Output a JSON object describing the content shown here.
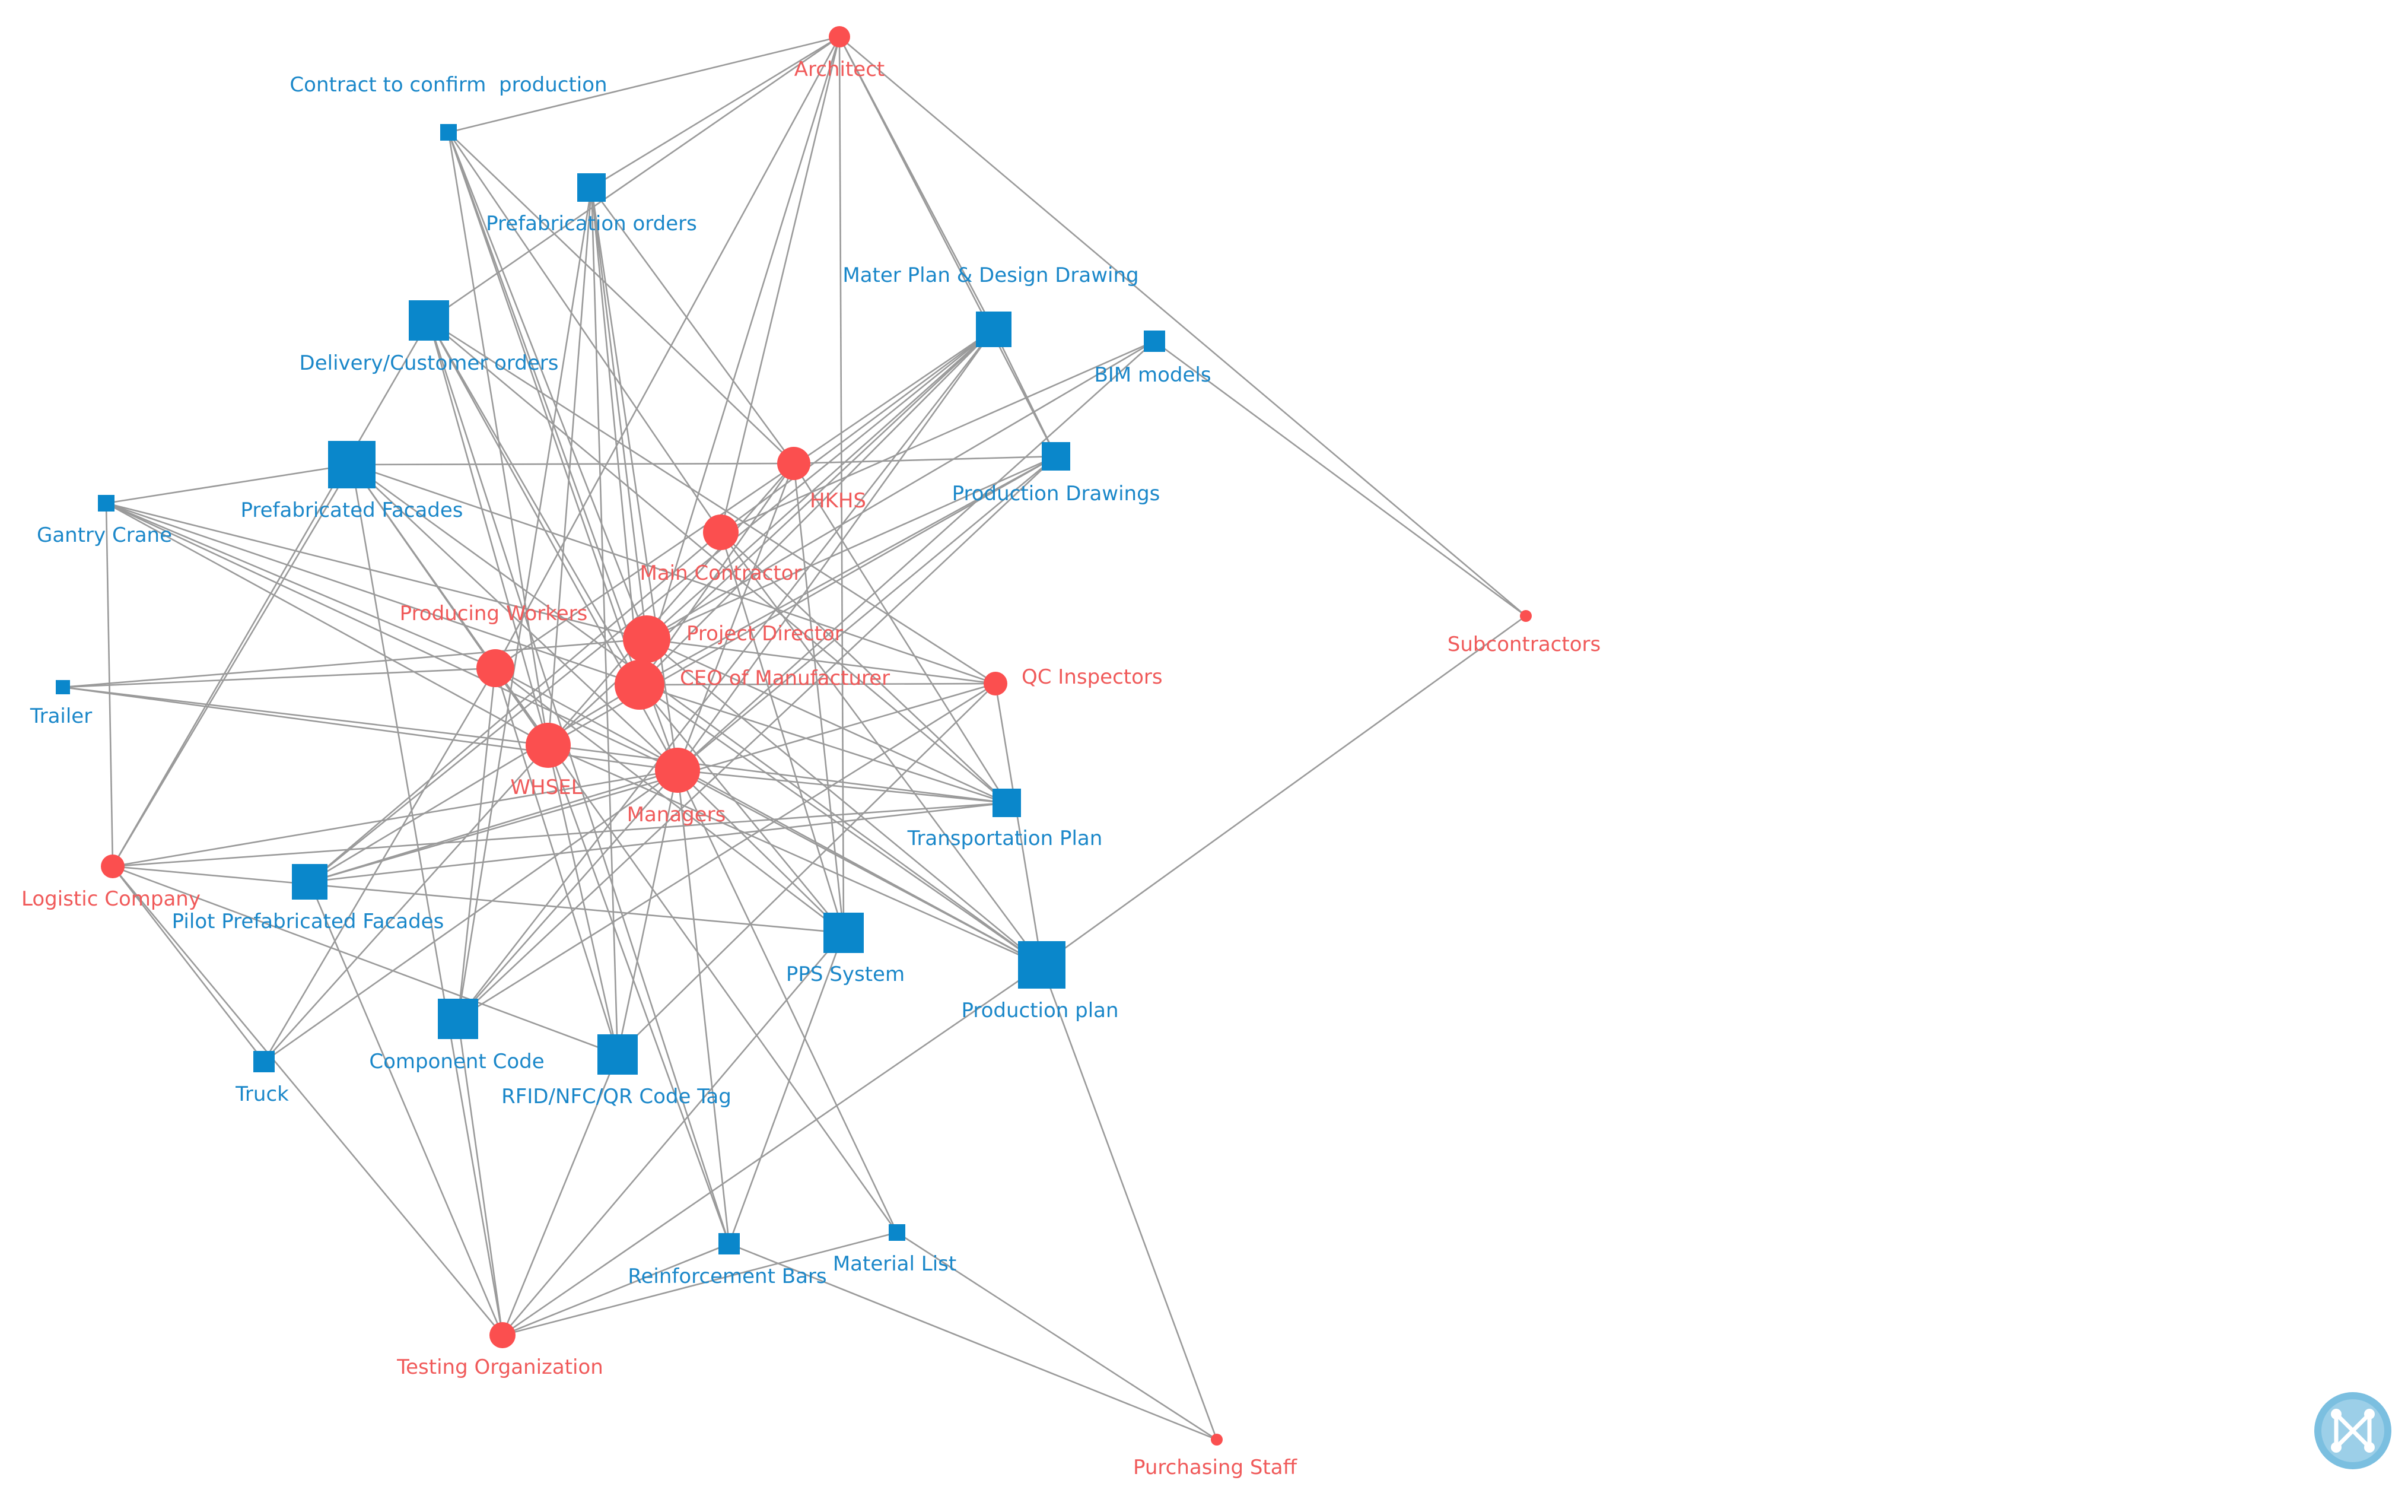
{
  "colors": {
    "actor": "#fb4f4f",
    "artifact": "#0a87cb",
    "edge": "#9a9a9a",
    "background": "#ffffff"
  },
  "node_kinds": {
    "actor": "circle",
    "artifact": "square"
  },
  "nodes": [
    {
      "id": "architect",
      "label": "Architect",
      "kind": "actor"
    },
    {
      "id": "contract",
      "label": "Contract to confirm  production",
      "kind": "artifact"
    },
    {
      "id": "prefab_orders",
      "label": "Prefabrication orders",
      "kind": "artifact"
    },
    {
      "id": "delivery",
      "label": "Delivery/Customer orders",
      "kind": "artifact"
    },
    {
      "id": "mater_plan",
      "label": "Mater Plan & Design Drawing",
      "kind": "artifact"
    },
    {
      "id": "bim",
      "label": "BIM models",
      "kind": "artifact"
    },
    {
      "id": "hkhs",
      "label": "HKHS",
      "kind": "actor"
    },
    {
      "id": "prod_drawings",
      "label": "Production Drawings",
      "kind": "artifact"
    },
    {
      "id": "prefab_facades",
      "label": "Prefabricated Facades",
      "kind": "artifact"
    },
    {
      "id": "gantry",
      "label": "Gantry Crane",
      "kind": "artifact"
    },
    {
      "id": "main_contractor",
      "label": "Main Contractor",
      "kind": "actor"
    },
    {
      "id": "subcontractors",
      "label": "Subcontractors",
      "kind": "actor"
    },
    {
      "id": "producing_workers",
      "label": "Producing Workers",
      "kind": "actor"
    },
    {
      "id": "project_director",
      "label": "Project Director",
      "kind": "actor"
    },
    {
      "id": "ceo",
      "label": "CEO of Manufacturer",
      "kind": "actor"
    },
    {
      "id": "qc",
      "label": "QC Inspectors",
      "kind": "actor"
    },
    {
      "id": "trailer",
      "label": "Trailer",
      "kind": "artifact"
    },
    {
      "id": "whsel",
      "label": "WHSEL",
      "kind": "actor"
    },
    {
      "id": "managers",
      "label": "Managers",
      "kind": "actor"
    },
    {
      "id": "transport_plan",
      "label": "Transportation Plan",
      "kind": "artifact"
    },
    {
      "id": "logistic",
      "label": "Logistic Company",
      "kind": "actor"
    },
    {
      "id": "pilot_facades",
      "label": "Pilot Prefabricated Facades",
      "kind": "artifact"
    },
    {
      "id": "pps",
      "label": "PPS System",
      "kind": "artifact"
    },
    {
      "id": "prod_plan",
      "label": "Production plan",
      "kind": "artifact"
    },
    {
      "id": "truck",
      "label": "Truck",
      "kind": "artifact"
    },
    {
      "id": "component_code",
      "label": "Component Code",
      "kind": "artifact"
    },
    {
      "id": "rfid",
      "label": "RFID/NFC/QR Code Tag",
      "kind": "artifact"
    },
    {
      "id": "rebar",
      "label": "Reinforcement Bars",
      "kind": "artifact"
    },
    {
      "id": "material_list",
      "label": "Material List",
      "kind": "artifact"
    },
    {
      "id": "testing",
      "label": "Testing Organization",
      "kind": "actor"
    },
    {
      "id": "purchasing",
      "label": "Purchasing Staff",
      "kind": "actor"
    }
  ],
  "edges": [
    [
      "architect",
      "contract"
    ],
    [
      "architect",
      "prefab_orders"
    ],
    [
      "architect",
      "delivery"
    ],
    [
      "architect",
      "mater_plan"
    ],
    [
      "architect",
      "subcontractors"
    ],
    [
      "architect",
      "pps"
    ],
    [
      "architect",
      "ceo"
    ],
    [
      "architect",
      "main_contractor"
    ],
    [
      "architect",
      "prod_drawings"
    ],
    [
      "architect",
      "producing_workers"
    ],
    [
      "contract",
      "hkhs"
    ],
    [
      "contract",
      "main_contractor"
    ],
    [
      "contract",
      "ceo"
    ],
    [
      "contract",
      "managers"
    ],
    [
      "contract",
      "whsel"
    ],
    [
      "contract",
      "project_director"
    ],
    [
      "prefab_orders",
      "whsel"
    ],
    [
      "prefab_orders",
      "ceo"
    ],
    [
      "prefab_orders",
      "managers"
    ],
    [
      "prefab_orders",
      "component_code"
    ],
    [
      "prefab_orders",
      "rfid"
    ],
    [
      "prefab_orders",
      "hkhs"
    ],
    [
      "prefab_orders",
      "project_director"
    ],
    [
      "delivery",
      "managers"
    ],
    [
      "delivery",
      "whsel"
    ],
    [
      "delivery",
      "transport_plan"
    ],
    [
      "delivery",
      "logistic"
    ],
    [
      "delivery",
      "qc"
    ],
    [
      "delivery",
      "ceo"
    ],
    [
      "delivery",
      "rebar"
    ],
    [
      "mater_plan",
      "whsel"
    ],
    [
      "mater_plan",
      "managers"
    ],
    [
      "mater_plan",
      "main_contractor"
    ],
    [
      "mater_plan",
      "producing_workers"
    ],
    [
      "mater_plan",
      "pilot_facades"
    ],
    [
      "mater_plan",
      "prod_drawings"
    ],
    [
      "mater_plan",
      "ceo"
    ],
    [
      "mater_plan",
      "project_director"
    ],
    [
      "mater_plan",
      "component_code"
    ],
    [
      "bim",
      "main_contractor"
    ],
    [
      "bim",
      "managers"
    ],
    [
      "bim",
      "subcontractors"
    ],
    [
      "bim",
      "project_director"
    ],
    [
      "hkhs",
      "prefab_facades"
    ],
    [
      "hkhs",
      "whsel"
    ],
    [
      "hkhs",
      "managers"
    ],
    [
      "hkhs",
      "transport_plan"
    ],
    [
      "hkhs",
      "pps"
    ],
    [
      "hkhs",
      "ceo"
    ],
    [
      "hkhs",
      "prod_drawings"
    ],
    [
      "prod_drawings",
      "whsel"
    ],
    [
      "prod_drawings",
      "managers"
    ],
    [
      "prod_drawings",
      "ceo"
    ],
    [
      "prod_drawings",
      "component_code"
    ],
    [
      "prod_drawings",
      "project_director"
    ],
    [
      "prefab_facades",
      "gantry"
    ],
    [
      "prefab_facades",
      "logistic"
    ],
    [
      "prefab_facades",
      "whsel"
    ],
    [
      "prefab_facades",
      "managers"
    ],
    [
      "prefab_facades",
      "qc"
    ],
    [
      "prefab_facades",
      "testing"
    ],
    [
      "prefab_facades",
      "producing_workers"
    ],
    [
      "prefab_facades",
      "prod_plan"
    ],
    [
      "gantry",
      "logistic"
    ],
    [
      "gantry",
      "producing_workers"
    ],
    [
      "gantry",
      "ceo"
    ],
    [
      "gantry",
      "managers"
    ],
    [
      "gantry",
      "whsel"
    ],
    [
      "gantry",
      "project_director"
    ],
    [
      "main_contractor",
      "pilot_facades"
    ],
    [
      "main_contractor",
      "transport_plan"
    ],
    [
      "main_contractor",
      "pps"
    ],
    [
      "main_contractor",
      "prod_plan"
    ],
    [
      "subcontractors",
      "prod_plan"
    ],
    [
      "producing_workers",
      "trailer"
    ],
    [
      "producing_workers",
      "truck"
    ],
    [
      "producing_workers",
      "component_code"
    ],
    [
      "producing_workers",
      "rfid"
    ],
    [
      "producing_workers",
      "material_list"
    ],
    [
      "producing_workers",
      "prod_plan"
    ],
    [
      "producing_workers",
      "pps"
    ],
    [
      "project_director",
      "trailer"
    ],
    [
      "project_director",
      "prod_plan"
    ],
    [
      "project_director",
      "transport_plan"
    ],
    [
      "project_director",
      "qc"
    ],
    [
      "ceo",
      "pilot_facades"
    ],
    [
      "ceo",
      "pps"
    ],
    [
      "ceo",
      "prod_plan"
    ],
    [
      "ceo",
      "qc"
    ],
    [
      "ceo",
      "transport_plan"
    ],
    [
      "qc",
      "pilot_facades"
    ],
    [
      "qc",
      "component_code"
    ],
    [
      "qc",
      "rfid"
    ],
    [
      "qc",
      "prod_plan"
    ],
    [
      "trailer",
      "whsel"
    ],
    [
      "trailer",
      "managers"
    ],
    [
      "whsel",
      "truck"
    ],
    [
      "whsel",
      "rfid"
    ],
    [
      "whsel",
      "rebar"
    ],
    [
      "whsel",
      "prod_plan"
    ],
    [
      "whsel",
      "transport_plan"
    ],
    [
      "managers",
      "logistic"
    ],
    [
      "managers",
      "truck"
    ],
    [
      "managers",
      "rfid"
    ],
    [
      "managers",
      "rebar"
    ],
    [
      "managers",
      "material_list"
    ],
    [
      "managers",
      "pps"
    ],
    [
      "managers",
      "prod_plan"
    ],
    [
      "managers",
      "transport_plan"
    ],
    [
      "managers",
      "pilot_facades"
    ],
    [
      "managers",
      "component_code"
    ],
    [
      "transport_plan",
      "pilot_facades"
    ],
    [
      "transport_plan",
      "logistic"
    ],
    [
      "logistic",
      "truck"
    ],
    [
      "logistic",
      "pps"
    ],
    [
      "logistic",
      "rfid"
    ],
    [
      "logistic",
      "testing"
    ],
    [
      "pilot_facades",
      "testing"
    ],
    [
      "pps",
      "rebar"
    ],
    [
      "pps",
      "testing"
    ],
    [
      "prod_plan",
      "purchasing"
    ],
    [
      "prod_plan",
      "testing"
    ],
    [
      "component_code",
      "testing"
    ],
    [
      "rfid",
      "testing"
    ],
    [
      "rebar",
      "testing"
    ],
    [
      "rebar",
      "purchasing"
    ],
    [
      "material_list",
      "testing"
    ],
    [
      "material_list",
      "purchasing"
    ]
  ],
  "logo": {
    "name": "graph-tool-logo-icon",
    "color": "#7bbfe0"
  }
}
